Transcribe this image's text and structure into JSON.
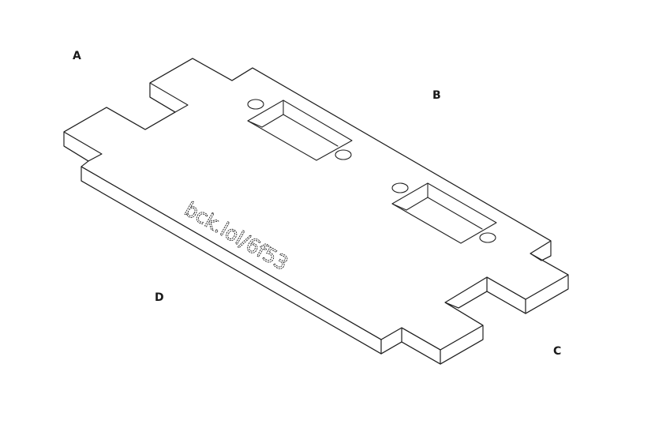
{
  "labels": {
    "a": "A",
    "b": "B",
    "c": "C",
    "d": "D"
  },
  "engraving_text": "bck.lol/6f53",
  "colors": {
    "line": "#222222",
    "background": "#ffffff"
  }
}
